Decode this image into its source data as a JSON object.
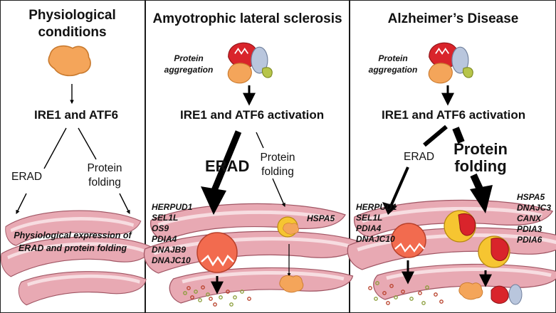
{
  "panels": {
    "physio": {
      "title_line1": "Physiological",
      "title_line2": "conditions",
      "ire1_atf6": "IRE1 and ATF6",
      "erad": "ERAD",
      "protein_line1": "Protein",
      "protein_line2": "folding",
      "outcome_line1": "Physiological expression of",
      "outcome_line2": "ERAD and protein folding"
    },
    "als": {
      "title": "Amyotrophic lateral sclerosis",
      "aggregation_line1": "Protein",
      "aggregation_line2": "aggregation",
      "activation": "IRE1 and ATF6 activation",
      "erad": "ERAD",
      "protein_line1": "Protein",
      "protein_line2": "folding",
      "erad_genes": [
        "HERPUD1",
        "SEL1L",
        "OS9",
        "PDIA4",
        "DNAJB9",
        "DNAJC10"
      ],
      "folding_genes": [
        "HSPA5"
      ]
    },
    "ad": {
      "title": "Alzheimer’s Disease",
      "aggregation_line1": "Protein",
      "aggregation_line2": "aggregation",
      "activation": "IRE1 and ATF6 activation",
      "erad": "ERAD",
      "protein_line1": "Protein",
      "protein_line2": "folding",
      "erad_genes": [
        "HERPUD1",
        "SEL1L",
        "PDIA4",
        "DNAJC10"
      ],
      "folding_genes": [
        "HSPA5",
        "DNAJC3",
        "CANX",
        "PDIA3",
        "PDIA6"
      ]
    }
  },
  "colors": {
    "er_membrane": "#e8a9b3",
    "er_lumen": "#f7dde1",
    "er_outline": "#a05563",
    "protein_orange": "#f4a55a",
    "proteasome": "#f26b4f",
    "chaperone_yellow": "#f6c531",
    "aggregate_red": "#d9242b",
    "aggregate_blue": "#b9c6dd",
    "aggregate_green": "#b7c54a",
    "arrow": "#000000"
  }
}
